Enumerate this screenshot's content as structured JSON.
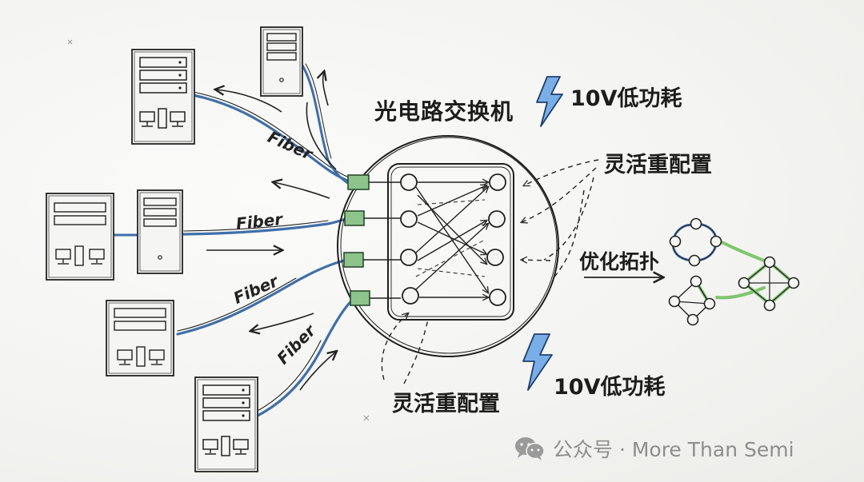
{
  "labels": {
    "switch_title": "光电路交换机",
    "power_top": "10V低功耗",
    "reconfig_top": "灵活重配置",
    "optimize": "优化拓扑",
    "power_bottom": "10V低功耗",
    "reconfig_bottom": "灵活重配置"
  },
  "fiber_labels": [
    "Fiber",
    "Fiber",
    "Fiber",
    "Fiber"
  ],
  "watermark": {
    "account": "公众号 · More Than Semi",
    "icon": "wechat-icon"
  },
  "colors": {
    "ink": "#1e1e1e",
    "fiber_blue": "#3f6fa8",
    "port_green": "#7fbf7f",
    "bolt_blue": "#4f8fd6",
    "topology_green": "#7fc56e",
    "watermark_gray": "#8e8e8e"
  },
  "icons": [
    "server-icon",
    "desktop-icon",
    "lightning-icon",
    "wechat-icon"
  ]
}
